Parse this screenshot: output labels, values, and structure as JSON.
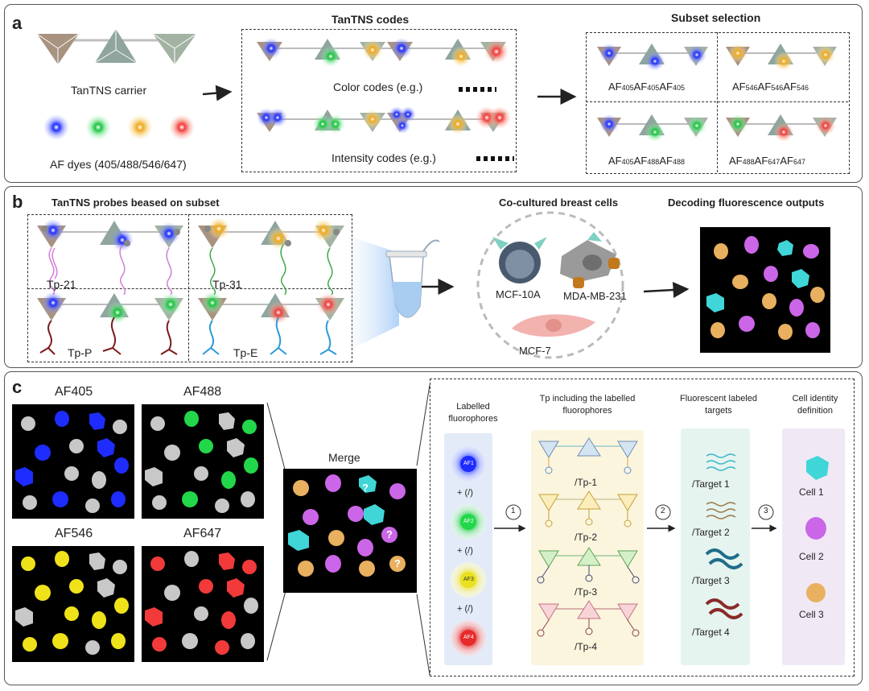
{
  "panel_a": {
    "label": "a",
    "carrier_label": "TanTNS carrier",
    "dyes_label": "AF dyes (405/488/546/647)",
    "codes_title": "TanTNS codes",
    "color_codes": "Color codes (e.g.)",
    "intensity_codes": "Intensity codes (e.g.)",
    "subset_title": "Subset selection",
    "subsets": [
      [
        "AF",
        "405",
        "AF",
        "405",
        "AF",
        "405"
      ],
      [
        "AF",
        "546",
        "AF",
        "546",
        "AF",
        "546"
      ],
      [
        "AF",
        "405",
        "AF",
        "488",
        "AF",
        "488"
      ],
      [
        "AF",
        "488",
        "AF",
        "647",
        "AF",
        "647"
      ]
    ]
  },
  "panel_b": {
    "label": "b",
    "probes_title": "TanTNS probes beased on subset",
    "probes": [
      "Tp-21",
      "Tp-31",
      "Tp-P",
      "Tp-E"
    ],
    "coculture_title": "Co-cultured breast cells",
    "cells": [
      "MCF-10A",
      "MDA-MB-231",
      "MCF-7"
    ],
    "decoding_title": "Decoding fluorescence outputs"
  },
  "panel_c": {
    "label": "c",
    "channels": [
      "AF405",
      "AF488",
      "AF546",
      "AF647"
    ],
    "merge": "Merge",
    "question": "?",
    "col_headers": {
      "labelled": [
        "Labelled",
        "fluorophores"
      ],
      "tp": [
        "Tp including the labelled",
        "fluorophores"
      ],
      "targets": [
        "Fluorescent labeled",
        "targets"
      ],
      "identity": [
        "Cell identity",
        "definition"
      ]
    },
    "fluorophores": [
      "AF1",
      "AF2",
      "AF3",
      "AF4"
    ],
    "plus": "+ (/)",
    "tps": [
      "/Tp-1",
      "/Tp-2",
      "/Tp-3",
      "/Tp-4"
    ],
    "targets": [
      "/Target 1",
      "/Target 2",
      "/Target 3",
      "/Target 4"
    ],
    "cell_ids": [
      "Cell 1",
      "Cell 2",
      "Cell 3"
    ],
    "steps": [
      "1",
      "2",
      "3"
    ]
  },
  "colors": {
    "af405": "#1e2cff",
    "af488": "#22d84a",
    "af546": "#f0e21a",
    "af647": "#f23a3a",
    "cell_cyan": "#40d6d8",
    "cell_purple": "#cc66e8",
    "cell_orange": "#e9b060",
    "gray_cell": "#c8c8c8"
  }
}
